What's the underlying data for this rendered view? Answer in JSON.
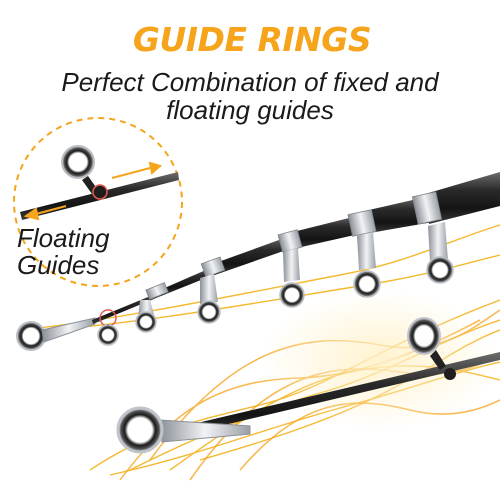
{
  "header": {
    "title": "GUIDE RINGS",
    "subtitle_line1": "Perfect Combination of fixed and",
    "subtitle_line2": "floating guides"
  },
  "callout": {
    "label_line1": "Floating",
    "label_line2": "Guides"
  },
  "colors": {
    "accent_orange": "#f5a41c",
    "line_yellow": "#f3b21b",
    "rod_dark": "#2b2b2b",
    "guide_metal": "#c8ccd2",
    "text_dark": "#1a1a1a",
    "callout_ring": "#e85a4f"
  }
}
